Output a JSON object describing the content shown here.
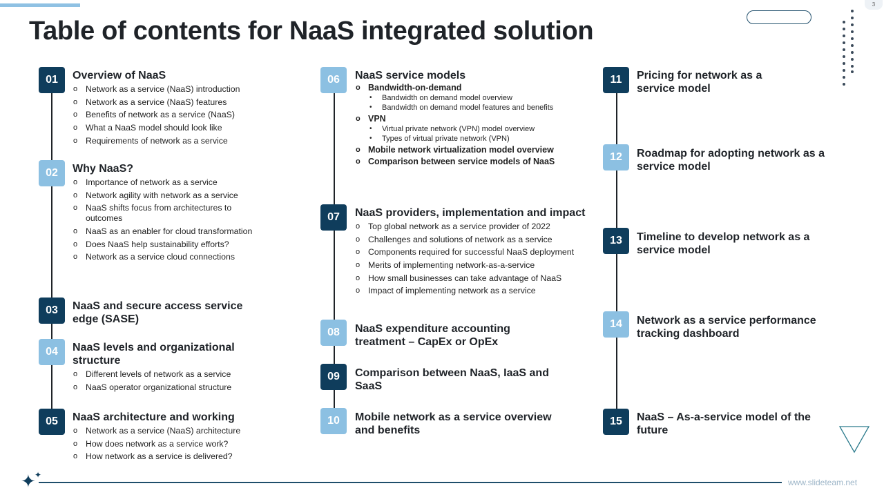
{
  "page_number": "3",
  "title": "Table of contents for NaaS integrated solution",
  "footer_url": "www.slideteam.net",
  "colors": {
    "dark_badge": "#0f3d5c",
    "light_badge": "#8cc0e2",
    "accent_bar": "#8fc1e3"
  },
  "sections": {
    "s01": {
      "num": "01",
      "title": "Overview of NaaS",
      "items": [
        "Network as a service (NaaS) introduction",
        "Network as a service (NaaS) features",
        "Benefits of network as a service (NaaS)",
        "What a NaaS model should look like",
        "Requirements of network as a service"
      ]
    },
    "s02": {
      "num": "02",
      "title": "Why NaaS?",
      "items": [
        "Importance of network as a service",
        "Network agility with network as a service",
        "NaaS shifts focus from architectures to outcomes",
        "NaaS as an enabler for cloud transformation",
        "Does NaaS help sustainability efforts?",
        "Network as a service cloud connections"
      ]
    },
    "s03": {
      "num": "03",
      "title_l1": "NaaS and secure access service",
      "title_l2": "edge (SASE)"
    },
    "s04": {
      "num": "04",
      "title_l1": "NaaS levels and organizational",
      "title_l2": "structure",
      "items": [
        "Different levels of network as a service",
        "NaaS operator organizational structure"
      ]
    },
    "s05": {
      "num": "05",
      "title": "NaaS architecture and working",
      "items": [
        "Network as a service (NaaS) architecture",
        "How does network as a service work?",
        "How network as a service is delivered?"
      ]
    },
    "s06": {
      "num": "06",
      "title": "NaaS service models",
      "group1": "Bandwidth-on-demand",
      "group1_sub": [
        "Bandwidth on demand model overview",
        "Bandwidth on demand model features and benefits"
      ],
      "group2": "VPN",
      "group2_sub": [
        "Virtual private network (VPN) model overview",
        "Types of virtual private network (VPN)"
      ],
      "item3": "Mobile network virtualization model overview",
      "item4": "Comparison between service models of NaaS"
    },
    "s07": {
      "num": "07",
      "title": "NaaS providers, implementation and impact",
      "items": [
        "Top global network as a service provider of 2022",
        "Challenges and solutions of network as a service",
        "Components required for successful NaaS deployment",
        "Merits of implementing network-as-a-service",
        "How small businesses can take advantage of NaaS",
        "Impact of implementing network as a service"
      ]
    },
    "s08": {
      "num": "08",
      "title_l1": "NaaS expenditure accounting",
      "title_l2": "treatment – CapEx or OpEx"
    },
    "s09": {
      "num": "09",
      "title_l1": "Comparison between NaaS, IaaS and",
      "title_l2": "SaaS"
    },
    "s10": {
      "num": "10",
      "title_l1": "Mobile network as a service overview",
      "title_l2": "and benefits"
    },
    "s11": {
      "num": "11",
      "title_l1": "Pricing for network as a",
      "title_l2": "service model"
    },
    "s12": {
      "num": "12",
      "title_l1": "Roadmap for adopting network as a",
      "title_l2": "service model"
    },
    "s13": {
      "num": "13",
      "title_l1": "Timeline to develop network as a",
      "title_l2": "service model"
    },
    "s14": {
      "num": "14",
      "title_l1": "Network as a service performance",
      "title_l2": "tracking dashboard"
    },
    "s15": {
      "num": "15",
      "title_l1": "NaaS – As-a-service model of the",
      "title_l2": "future"
    }
  }
}
